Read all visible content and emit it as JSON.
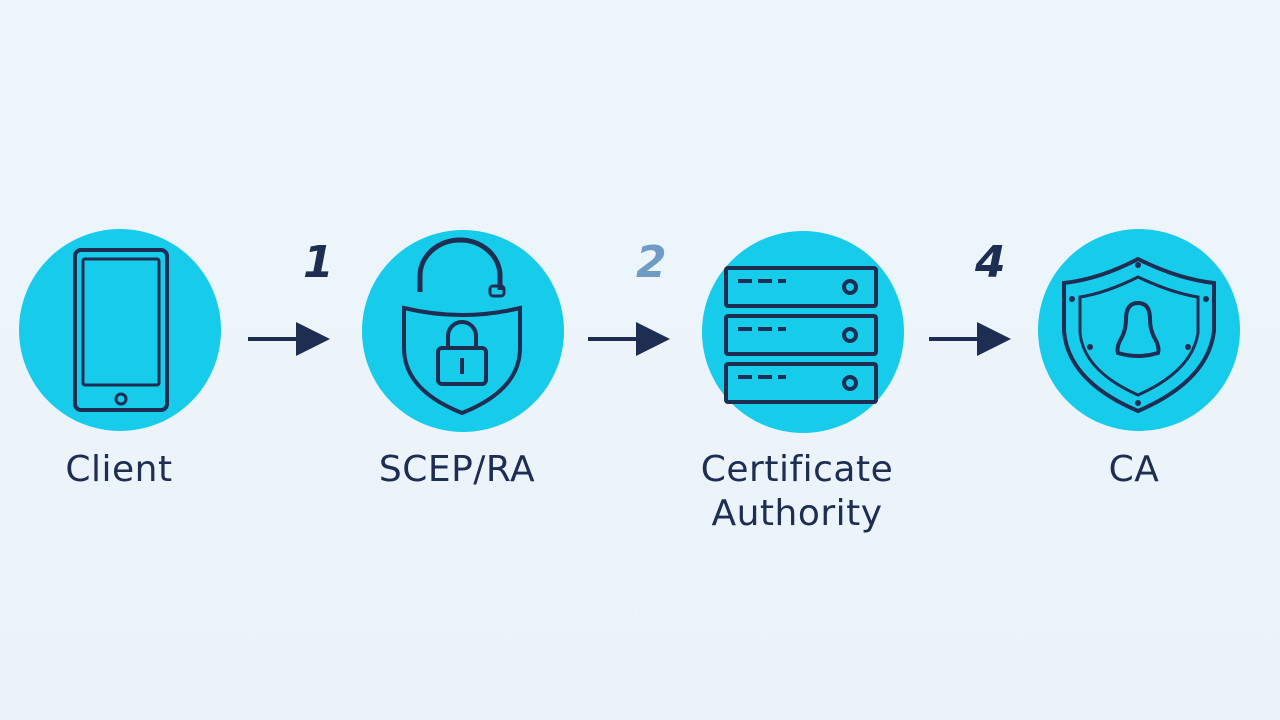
{
  "nodes": [
    {
      "label": "Client",
      "icon": "smartphone-icon"
    },
    {
      "label": "SCEP/RA",
      "icon": "lock-shield-icon"
    },
    {
      "label_line1": "Certificate",
      "label_line2": "Authority",
      "icon": "server-stack-icon"
    },
    {
      "label": "CA",
      "icon": "shield-badge-icon"
    }
  ],
  "steps": [
    "1",
    "2",
    "4"
  ],
  "colors": {
    "circle": "#17cbeb",
    "ink": "#1e2d52",
    "faded_step": "#6f9cc4",
    "background": "#eef6fb"
  }
}
